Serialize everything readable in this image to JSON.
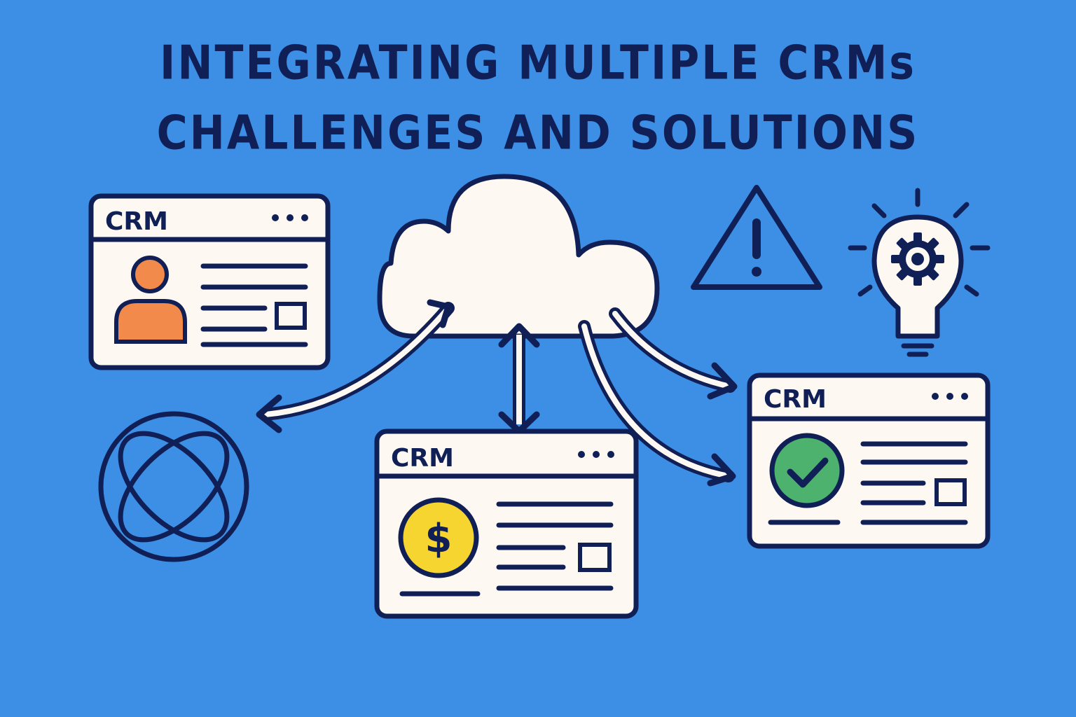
{
  "title": {
    "line1": "INTEGRATING MULTIPLE CRMs",
    "line2": "CHALLENGES AND SOLUTIONS"
  },
  "windows": [
    {
      "label": "CRM",
      "icon": "person-icon",
      "accent": "#f28a4b"
    },
    {
      "label": "CRM",
      "icon": "dollar-icon",
      "accent": "#f7d531"
    },
    {
      "label": "CRM",
      "icon": "check-icon",
      "accent": "#4cb26d"
    }
  ],
  "dollar_symbol": "$",
  "icons": [
    "cloud-icon",
    "warning-icon",
    "lightbulb-gear-icon",
    "interlocked-rings-icon"
  ],
  "colors": {
    "background": "#3d8fe6",
    "ink": "#101f55",
    "panel": "#fdf9f2"
  }
}
